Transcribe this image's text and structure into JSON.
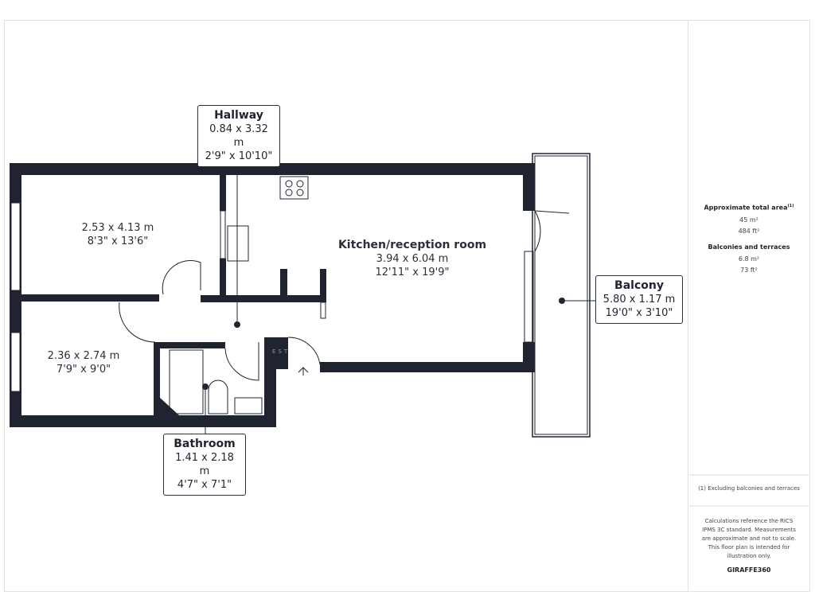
{
  "rooms": {
    "hallway": {
      "name": "Hallway",
      "metric": "0.84 x 3.32 m",
      "imperial": "2'9\" x 10'10\""
    },
    "bedroom1": {
      "metric": "2.53 x 4.13 m",
      "imperial": "8'3\" x 13'6\""
    },
    "bedroom2": {
      "metric": "2.36 x 2.74 m",
      "imperial": "7'9\" x 9'0\""
    },
    "kitchen": {
      "name": "Kitchen/reception room",
      "metric": "3.94 x 6.04 m",
      "imperial": "12'11\" x 19'9\""
    },
    "bathroom": {
      "name": "Bathroom",
      "metric": "1.41 x 2.18 m",
      "imperial": "4'7\" x 7'1\""
    },
    "balcony": {
      "name": "Balcony",
      "metric": "5.80 x 1.17 m",
      "imperial": "19'0\" x 3'10\""
    }
  },
  "cupboard_label": "EST",
  "summary": {
    "total_heading": "Approximate total area",
    "total_note_marker": "(1)",
    "total_m2": "45 m²",
    "total_ft2": "484 ft²",
    "balconies_heading": "Balconies and terraces",
    "balconies_m2": "6.8 m²",
    "balconies_ft2": "73 ft²",
    "footnote": "(1) Excluding balconies and terraces",
    "disclaimer": "Calculations reference the RICS IPMS 3C standard. Measurements are approximate and not to scale. This floor plan is intended for illustration only.",
    "brand": "GIRAFFE360"
  },
  "colors": {
    "wall": "#1f2430",
    "line": "#2b2f3a"
  }
}
